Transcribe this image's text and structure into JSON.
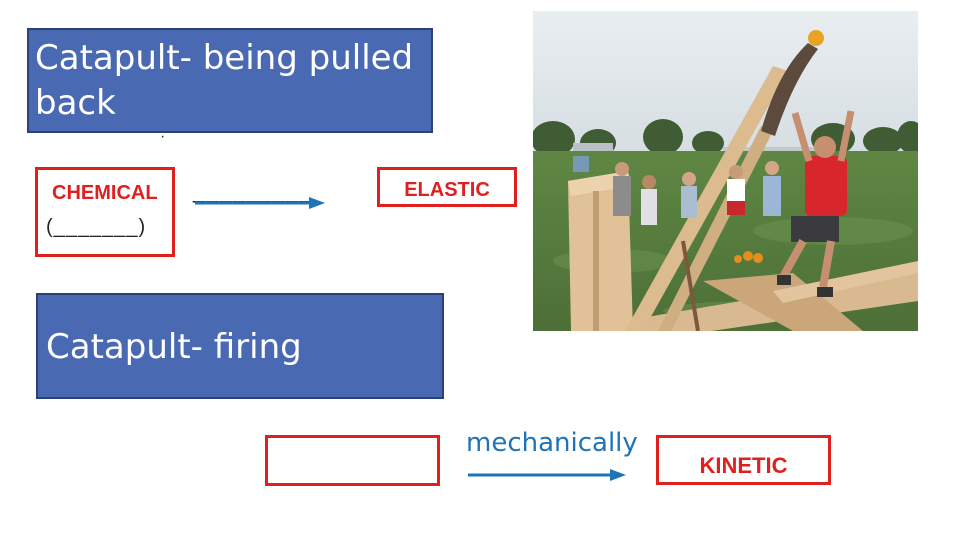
{
  "slide": {
    "callout_pulled": {
      "line1": "Catapult- being pulled",
      "line2": "back"
    },
    "callout_firing": "Catapult- firing",
    "top_diagram": {
      "source_label": "CHEMICAL",
      "source_blank": "(_______)",
      "transfer_blank": "_________",
      "target_label": "ELASTIC"
    },
    "bottom_diagram": {
      "transfer_label": "mechanically",
      "target_label": "KINETIC"
    }
  },
  "colors": {
    "callout_fill": "#4a69b3",
    "box_border": "#e0201f",
    "arrow": "#1f73b7"
  },
  "photo": {
    "icon": "catapult-photo"
  }
}
